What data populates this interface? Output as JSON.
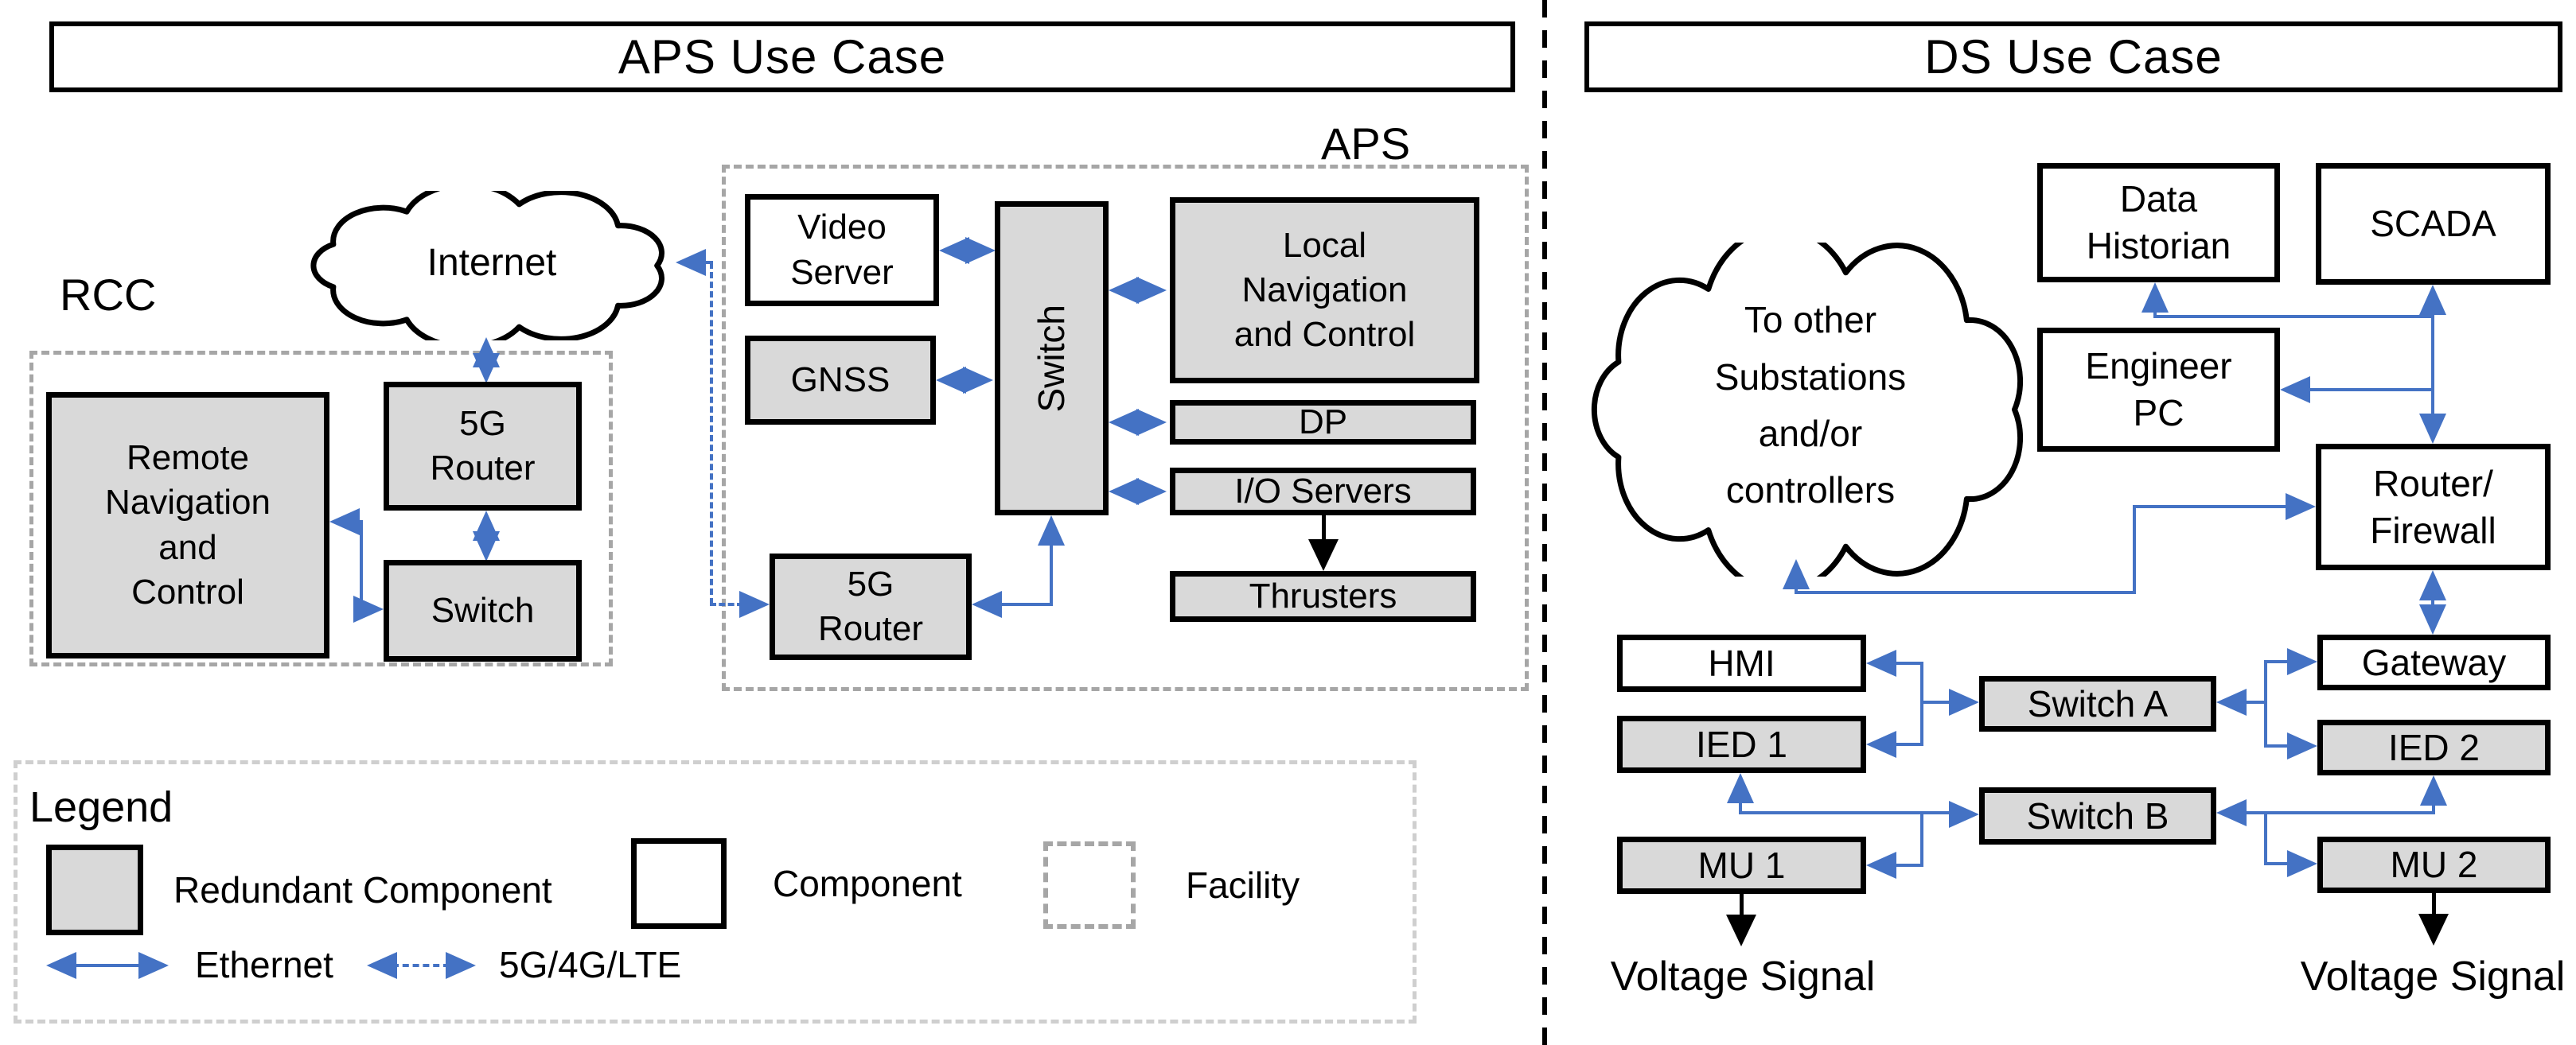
{
  "colors": {
    "arrow_blue": "#4472C4",
    "redundant_gray": "#D9D9D9",
    "facility_dash_gray": "#A6A6A6",
    "box_border": "#000000"
  },
  "aps": {
    "title": "APS Use  Case",
    "rcc_label": "RCC",
    "aps_label": "APS",
    "internet": "Internet",
    "remote_nav": "Remote\nNavigation\nand\nControl",
    "rcc_5g_router": "5G\nRouter",
    "rcc_switch": "Switch",
    "video_server": "Video\nServer",
    "gnss": "GNSS",
    "switch": "Switch",
    "local_nav": "Local\nNavigation\nand Control",
    "dp": "DP",
    "io_servers": "I/O Servers",
    "thrusters": "Thrusters",
    "aps_5g_router": "5G\nRouter"
  },
  "ds": {
    "title": "DS Use  Case",
    "cloud": "To other\nSubstations\nand/or\ncontrollers",
    "data_historian": "Data\nHistorian",
    "scada": "SCADA",
    "engineer_pc": "Engineer\nPC",
    "router_firewall": "Router/\nFirewall",
    "gateway": "Gateway",
    "ied2": "IED 2",
    "mu2": "MU 2",
    "hmi": "HMI",
    "ied1": "IED 1",
    "mu1": "MU 1",
    "switch_a": "Switch A",
    "switch_b": "Switch B",
    "voltage_signal_left": "Voltage Signal",
    "voltage_signal_right": "Voltage Signal"
  },
  "legend": {
    "title": "Legend",
    "redundant": "Redundant Component",
    "component": "Component",
    "facility": "Facility",
    "ethernet": "Ethernet",
    "lte": "5G/4G/LTE"
  }
}
